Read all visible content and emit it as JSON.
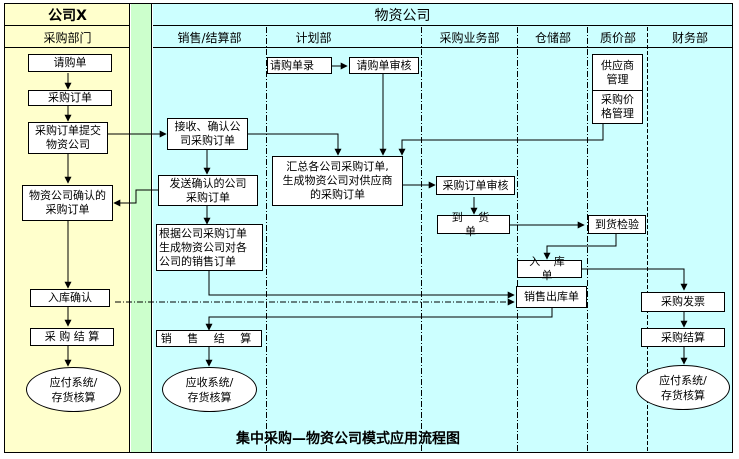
{
  "diagram": {
    "title": "集中采购—物资公司模式应用流程图",
    "colors": {
      "company_x_lane": "#ffffcc",
      "separator_lane": "#ccffcc",
      "material_company_lane": "#ccffff",
      "border": "#000000",
      "box_fill": "#ffffff"
    },
    "pools": {
      "company_x": "公司X",
      "material_company": "物资公司"
    },
    "lanes": {
      "purchasing_dept": "采购部门",
      "sales_settlement": "销售/结算部",
      "planning": "计划部",
      "procurement_business": "采购业务部",
      "warehouse": "仓储部",
      "quality_price": "质价部",
      "finance": "财务部"
    },
    "nodes": {
      "purchase_requisition": "请购单",
      "purchase_order": "采购订单",
      "submit_po": "采购订单提交\n物资公司",
      "confirmed_po": "物资公司确认的\n采购订单",
      "receipt_confirm": "入库确认",
      "purchase_settlement_x": "采 购 结 算",
      "ap_inventory_x": "应付系统/\n存货核算",
      "receive_confirm_po": "接收、确认公\n司采购订单",
      "send_confirmed_po": "发送确认的公司\n采购订单",
      "generate_sales_order": "根据公司采购订单\n生成物资公司对各\n公司的销售订单",
      "sales_settlement": "销 售 结 算",
      "ar_inventory": "应收系统/\n存货核算",
      "requisition_entry": "请购单录",
      "requisition_review": "请购单审核",
      "consolidate_po": "汇总各公司采购订单,\n生成物资公司对供应商\n的采购订单",
      "po_review": "采购订单审核",
      "arrival_note": "到 货 单",
      "inbound_note": "入 库  单",
      "sales_outbound_note": "销售出库单",
      "supplier_mgmt": "供应商\n管理",
      "price_mgmt": "采购价\n格管理",
      "arrival_inspection": "到货检验",
      "purchase_invoice": "采购发票",
      "purchase_settlement_fin": "采购结算",
      "ap_inventory_fin": "应付系统/\n存货核算"
    }
  }
}
